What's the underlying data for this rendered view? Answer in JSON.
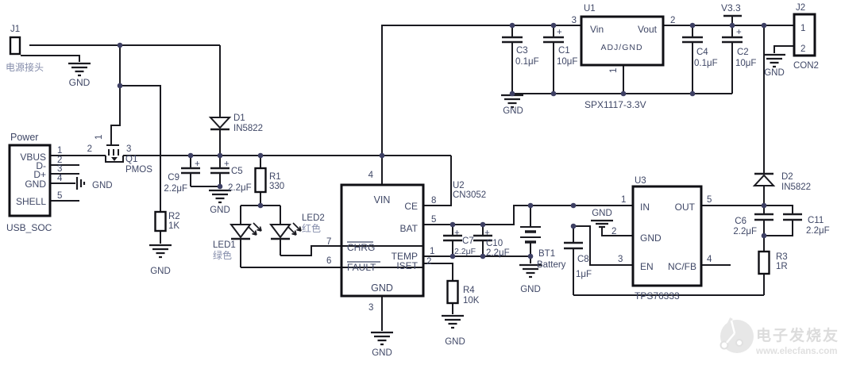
{
  "colors": {
    "wire": "#1a1a20",
    "label": "#3f4766",
    "label_light": "#858dab",
    "junction_dot": "#3d3f63",
    "watermark": "#dcdcdc"
  },
  "power": {
    "gnd": "GND",
    "v33": "V3.3"
  },
  "connectors": {
    "j1": {
      "ref": "J1",
      "desc": "电源接头"
    },
    "usb": {
      "title": "Power",
      "name": "USB_SOC",
      "pins": [
        {
          "num": "1",
          "name": "VBUS"
        },
        {
          "num": "2",
          "name": "D-"
        },
        {
          "num": "3",
          "name": "D+"
        },
        {
          "num": "4",
          "name": "GND"
        },
        {
          "num": "5",
          "name": "SHELL"
        }
      ]
    },
    "j2": {
      "ref": "J2",
      "name": "CON2",
      "pin1": "1",
      "pin2": "2"
    }
  },
  "transistor": {
    "ref": "Q1",
    "type": "PMOS",
    "pin1": "1",
    "pin2": "2",
    "pin3": "3"
  },
  "diodes": {
    "d1": {
      "ref": "D1",
      "part": "IN5822"
    },
    "d2": {
      "ref": "D2",
      "part": "IN5822"
    }
  },
  "leds": {
    "led1": {
      "ref": "LED1",
      "color_label": "绿色"
    },
    "led2": {
      "ref": "LED2",
      "color_label": "红色"
    }
  },
  "resistors": {
    "r1": {
      "ref": "R1",
      "value": "330"
    },
    "r2": {
      "ref": "R2",
      "value": "1K"
    },
    "r3": {
      "ref": "R3",
      "value": "1R"
    },
    "r4": {
      "ref": "R4",
      "value": "10K"
    }
  },
  "capacitors": {
    "c1": {
      "ref": "C1",
      "value": "10μF",
      "plus": "+"
    },
    "c2": {
      "ref": "C2",
      "value": "10μF",
      "plus": "+"
    },
    "c3": {
      "ref": "C3",
      "value": "0.1μF"
    },
    "c4": {
      "ref": "C4",
      "value": "0.1μF"
    },
    "c5": {
      "ref": "C5",
      "value": "2.2μF",
      "plus": "+"
    },
    "c6": {
      "ref": "C6",
      "value": "2.2μF"
    },
    "c7": {
      "ref": "C7",
      "value": "2.2μF",
      "plus": "+"
    },
    "c8": {
      "ref": "C8",
      "value": "1μF"
    },
    "c9": {
      "ref": "C9",
      "value": "2.2μF",
      "plus": "+"
    },
    "c10": {
      "ref": "C10",
      "value": "2.2μF",
      "plus": "+"
    },
    "c11": {
      "ref": "C11",
      "value": "2.2μF"
    }
  },
  "battery": {
    "ref": "BT1",
    "name": "Battery"
  },
  "ics": {
    "u1": {
      "ref": "U1",
      "part": "SPX1117-3.3V",
      "pin_vin": "Vin",
      "pin_vout": "Vout",
      "pin_adj": "ADJ/GND",
      "n1": "1",
      "n2": "2",
      "n3": "3"
    },
    "u2": {
      "ref": "U2",
      "part": "CN3052",
      "pins": {
        "vin": "VIN",
        "ce": "CE",
        "bat": "BAT",
        "temp": "TEMP",
        "iset": "ISET",
        "chrg": "CHRG",
        "fault": "FAULT",
        "gnd": "GND"
      },
      "nums": {
        "vin": "4",
        "ce": "8",
        "bat": "5",
        "temp": "1",
        "iset": "2",
        "chrg": "7",
        "fault": "6",
        "gnd": "3"
      }
    },
    "u3": {
      "ref": "U3",
      "part": "TPS76333",
      "pins": {
        "in": "IN",
        "gnd": "GND",
        "en": "EN",
        "out": "OUT",
        "ncfb": "NC/FB"
      },
      "nums": {
        "in": "1",
        "gnd": "2",
        "en": "3",
        "out": "5",
        "ncfb": "4"
      }
    }
  },
  "watermark": {
    "title": "电子发烧友",
    "url": "www.elecfans.com"
  }
}
